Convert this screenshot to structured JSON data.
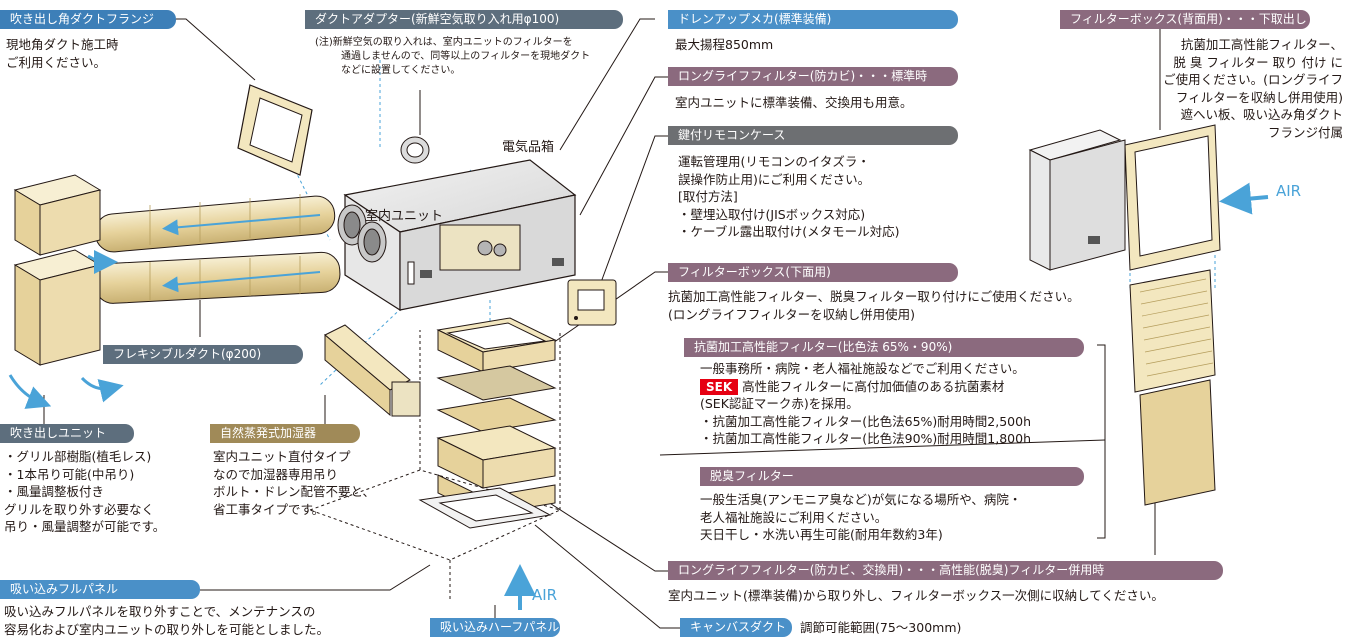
{
  "labels": {
    "fukidashi_flange": "吹き出し角ダクトフランジ",
    "duct_adapter": "ダクトアダプター(新鮮空気取り入れ用φ100)",
    "drain_up": "ドレンアップメカ(標準装備)",
    "longlife_standard": "ロングライフフィルター(防カビ)・・・標準時",
    "remocon_case": "鍵付リモコンケース",
    "filter_box_bottom": "フィルターボックス(下面用)",
    "filter_box_back": "フィルターボックス(背面用)・・・下取出し",
    "antibac_filter": "抗菌加工高性能フィルター(比色法 65%・90%)",
    "deodor_filter": "脱臭フィルター",
    "longlife_combo": "ロングライフフィルター(防カビ、交換用)・・・高性能(脱臭)フィルター併用時",
    "canvas_duct": "キャンバスダクト",
    "flexible_duct": "フレキシブルダクト(φ200)",
    "fukidashi_unit": "吹き出しユニット",
    "humidifier": "自然蒸発式加湿器",
    "suikomi_full": "吸い込みフルパネル",
    "suikomi_half": "吸い込みハーフパネル"
  },
  "texts": {
    "fukidashi_flange": [
      "現地角ダクト施工時",
      "ご利用ください。"
    ],
    "duct_adapter_note": [
      "(注)新鮮空気の取り入れは、室内ユニットのフィルターを",
      "通過しませんので、同等以上のフィルターを現地ダクト",
      "などに設置してください。"
    ],
    "drain_up": [
      "最大揚程850mm"
    ],
    "longlife_standard": [
      "室内ユニットに標準装備、交換用も用意。"
    ],
    "remocon_case": [
      "運転管理用(リモコンのイタズラ・",
      "誤操作防止用)にご利用ください。",
      "[取付方法]",
      "・壁埋込取付け(JISボックス対応)",
      "・ケーブル露出取付け(メタモール対応)"
    ],
    "filter_box_bottom": [
      "抗菌加工高性能フィルター、脱臭フィルター取り付けにご使用ください。",
      "(ロングライフフィルターを収納し併用使用)"
    ],
    "filter_box_back": [
      "抗菌加工高性能フィルター、",
      "脱 臭 フィルター 取り 付け に",
      "ご使用ください。(ロングライフ",
      "フィルターを収納し併用使用)",
      "遮へい板、吸い込み角ダクト",
      "フランジ付属"
    ],
    "antibac_1": "一般事務所・病院・老人福祉施設などでご利用ください。",
    "sek_badge": "SEK",
    "antibac_2": "高性能フィルターに高付加価値のある抗菌素材",
    "antibac_rest": [
      "(SEK認証マーク赤)を採用。",
      "・抗菌加工高性能フィルター(比色法65%)耐用時間2,500h",
      "・抗菌加工高性能フィルター(比色法90%)耐用時間1,800h"
    ],
    "deodor": [
      "一般生活臭(アンモニア臭など)が気になる場所や、病院・",
      "老人福祉施設にご利用ください。",
      "天日干し・水洗い再生可能(耐用年数約3年)"
    ],
    "longlife_combo": [
      "室内ユニット(標準装備)から取り外し、フィルターボックス一次側に収納してください。"
    ],
    "canvas_duct": "調節可能範囲(75〜300mm)",
    "fukidashi_unit": [
      "・グリル部樹脂(植毛レス)",
      "・1本吊り可能(中吊り)",
      "・風量調整板付き",
      "グリルを取り外す必要なく",
      "吊り・風量調整が可能です。"
    ],
    "humidifier": [
      "室内ユニット直付タイプ",
      "なので加湿器専用吊り",
      "ボルト・ドレン配管不要と、",
      "省工事タイプです。"
    ],
    "suikomi_full": [
      "吸い込みフルパネルを取り外すことで、メンテナンスの",
      "容易化および室内ユニットの取り外しを可能としました。"
    ]
  },
  "diagram": {
    "unit_name": "室内ユニット",
    "box_name": "電気品箱",
    "air_label": "AIR"
  },
  "colors": {
    "blue_tag": "#3d7fb8",
    "gray_tag": "#6d6f72",
    "mauve_tag": "#8b6a7e",
    "tan_tag": "#a08a58",
    "air_arrow": "#4aa3d8",
    "cream": "#f3e7bf",
    "sek_red": "#e60012"
  }
}
